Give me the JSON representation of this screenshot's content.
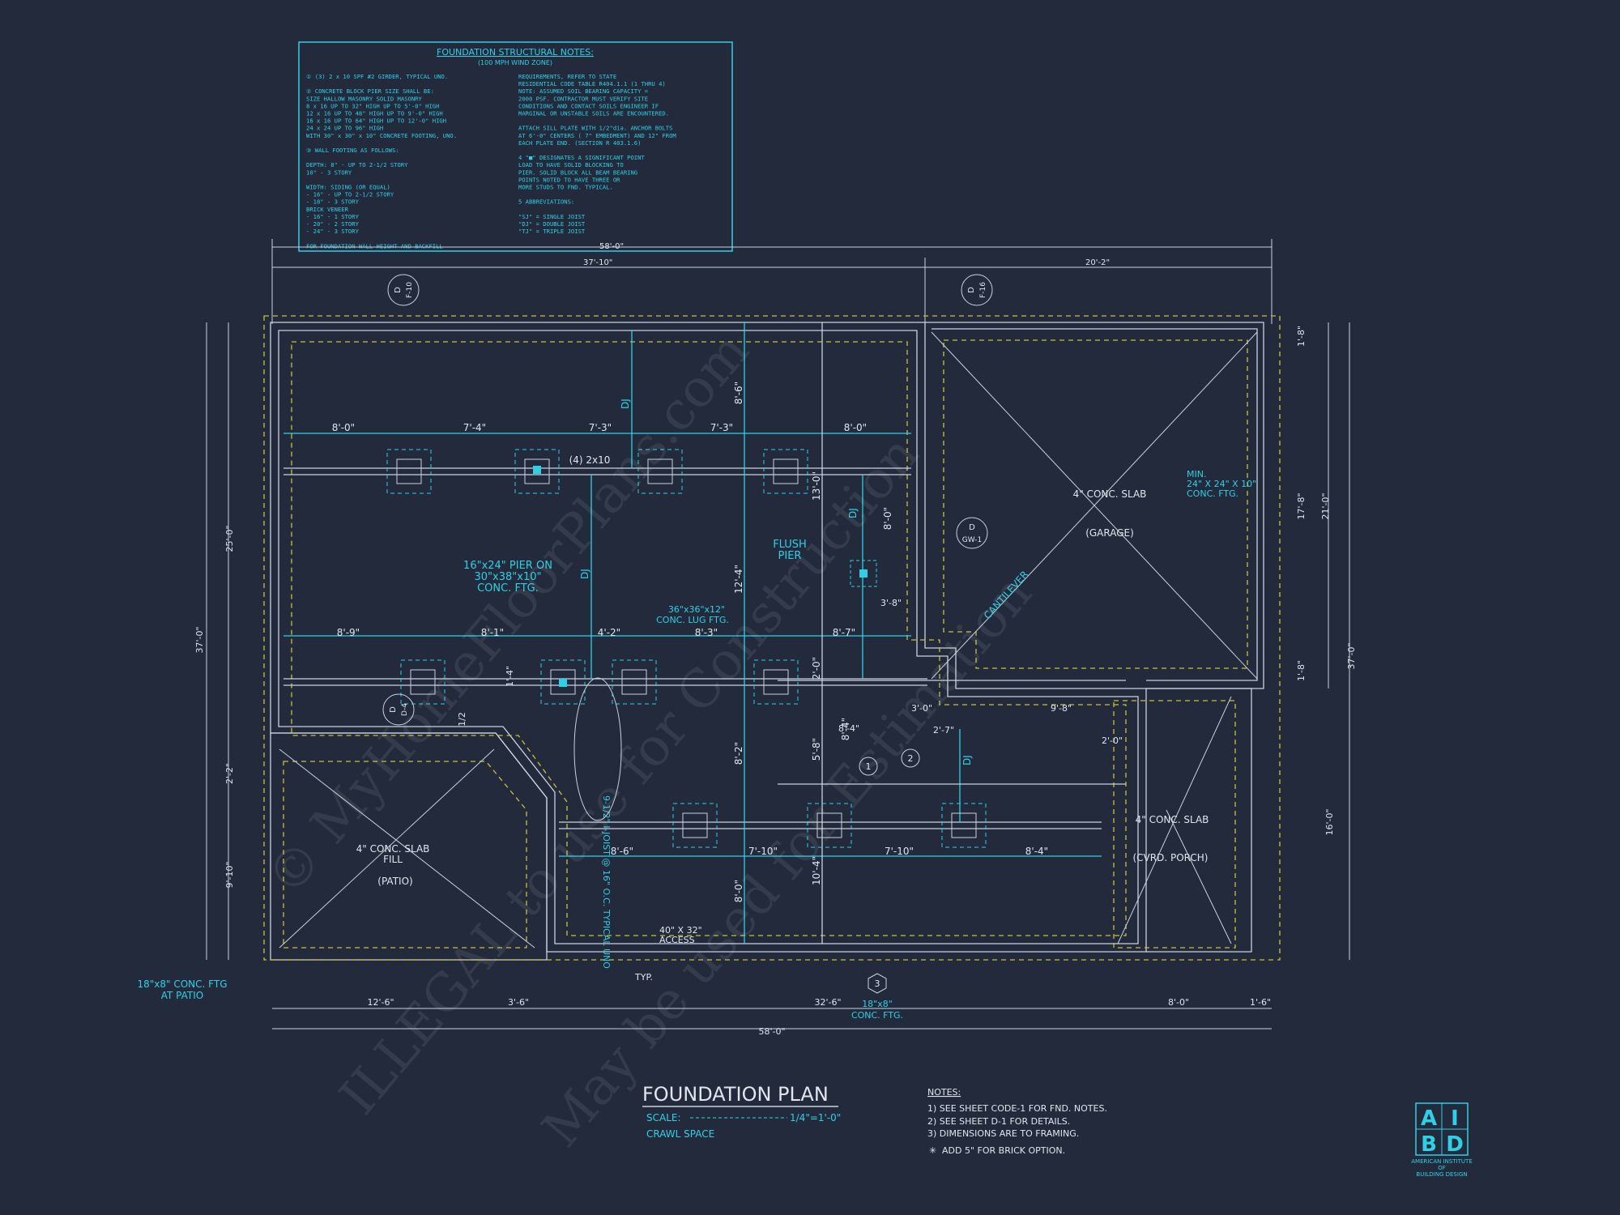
{
  "notes_box": {
    "title": "FOUNDATION STRUCTURAL NOTES:",
    "subtitle": "(100 MPH WIND ZONE)",
    "left_lines": [
      "① (3) 2 x 10 SPF #2 GIRDER, TYPICAL UNO.",
      "",
      "② CONCRETE BLOCK PIER SIZE SHALL BE:",
      "     SIZE      HALLOW MASONRY    SOLID MASONRY",
      "     8 x 16      UP TO 32\" HIGH      UP TO 5'-0\" HIGH",
      "     12 x 16     UP TO 48\" HIGH      UP TO 9'-0\" HIGH",
      "     16 x 16     UP TO 64\" HIGH      UP TO 12'-0\" HIGH",
      "     24 x 24     UP TO 96\" HIGH",
      "     WITH 30\" x 30\" x 10\" CONCRETE FOOTING, UNO.",
      "",
      "③ WALL FOOTING AS FOLLOWS:",
      "",
      "   DEPTH:  8\" - UP TO 2-1/2 STORY",
      "           10\" - 3 STORY",
      "",
      "   WIDTH:  SIDING (OR EQUAL)",
      "              - 16\" - UP TO 2-1/2 STORY",
      "              - 18\" - 3 STORY",
      "           BRICK VENEER",
      "              - 16\" - 1 STORY",
      "              - 20\" - 2 STORY",
      "              - 24\" - 3 STORY",
      "",
      "   FOR FOUNDATION WALL HEIGHT AND BACKFILL"
    ],
    "right_lines": [
      "REQUIREMENTS, REFER TO STATE",
      "RESIDENTIAL CODE TABLE R404.1.1 (1 THRU 4)",
      "NOTE: ASSUMED SOIL BEARING CAPACITY =",
      "2000 PSF. CONTRACTOR MUST VERIFY SITE",
      "CONDITIONS AND CONTACT SOILS ENGINEER IF",
      "MARGINAL OR UNSTABLE SOILS ARE ENCOUNTERED.",
      "",
      "ATTACH SILL PLATE WITH 1/2\"dia. ANCHOR BOLTS",
      "AT 6'-0\" CENTERS ( 7\" EMBEDMENT) AND 12\" FROM",
      "EACH PLATE END. (SECTION R 403.1.6)",
      "",
      "4  \"■\" DESIGNATES A SIGNIFICANT POINT",
      "   LOAD TO HAVE SOLID BLOCKING TO",
      "   PIER. SOLID BLOCK ALL BEAM BEARING",
      "   POINTS NOTED TO HAVE THREE OR",
      "   MORE STUDS TO FND. TYPICAL.",
      "",
      "5  ABBREVIATIONS:",
      "",
      "   \"SJ\" = SINGLE JOIST",
      "   \"DJ\" = DOUBLE JOIST",
      "   \"TJ\" = TRIPLE JOIST"
    ]
  },
  "dims": {
    "top_overall": "58'-0\"",
    "top_left": "37'-10\"",
    "top_right": "20'-2\"",
    "bottom_overall": "58'-0\"",
    "bottom_segments": [
      "12'-6\"",
      "3'-6\"",
      "32'-6\"",
      "8'-0\"",
      "1'-6\""
    ],
    "left_overall": "37'-0\"",
    "left_segments": [
      "25'-0\"",
      "2'-2\"",
      "9'-10\""
    ],
    "right_overall_top": "21'-0\"",
    "right_overall_bottom": "37'-0\"",
    "right_segments": [
      "1'-8\"",
      "17'-8\"",
      "1'-8\"",
      "16'-0\""
    ],
    "row1": [
      "8'-0\"",
      "7'-4\"",
      "7'-3\"",
      "7'-3\"",
      "8'-0\""
    ],
    "row2": [
      "8'-9\"",
      "8'-1\"",
      "4'-2\"",
      "8'-3\"",
      "8'-7\""
    ],
    "row3": [
      "8'-6\"",
      "7'-10\"",
      "7'-10\"",
      "8'-4\""
    ],
    "vertical": [
      "8'-6\"",
      "13'-0\"",
      "8'-0\"",
      "12'-4\"",
      "2'-0\"",
      "8'-2\"",
      "8'-0\"",
      "10'-4\"",
      "5'-8\"",
      "8'-4\""
    ],
    "misc": [
      "3'-8\"",
      "3'-0\"",
      "9'-8\"",
      "2'-7\"",
      "2'-0\"",
      "8'-4\"",
      "1'-4\"",
      "1/2"
    ]
  },
  "labels": {
    "garage_slab": "4\" CONC. SLAB",
    "garage": "(GARAGE)",
    "garage_ftg": [
      "MIN.",
      "24\" X 24\" X 10\"",
      "CONC. FTG."
    ],
    "patio_slab": [
      "4\" CONC. SLAB",
      "FILL"
    ],
    "patio": "(PATIO)",
    "porch_slab": "4\" CONC. SLAB",
    "porch": "(CVRD. PORCH)",
    "pier_note": [
      "16\"x24\" PIER ON",
      "30\"x38\"x10\"",
      "CONC. FTG."
    ],
    "lug_note": [
      "36\"x36\"x12\"",
      "CONC. LUG FTG."
    ],
    "flush_pier": [
      "FLUSH",
      "PIER"
    ],
    "girder": "(4) 2x10",
    "cantilever": "CANTILEVER",
    "access": [
      "40\" X 32\"",
      "ACCESS"
    ],
    "typ": "TYP.",
    "conc_ftg_bottom": [
      "18\"x8\"",
      "CONC. FTG."
    ],
    "patio_ftg": [
      "18\"x8\" CONC. FTG",
      "AT PATIO"
    ],
    "joist_note": "9-1/2\" I-JOIST @ 16\" O.C. TYPICAL UNO",
    "dj": "DJ",
    "callout_1": "1",
    "callout_2": "2",
    "callout_3": "3",
    "section_tags": [
      {
        "top": "D",
        "bottom": "F-10"
      },
      {
        "top": "D",
        "bottom": "F-16"
      },
      {
        "top": "D",
        "bottom": "GW-1"
      },
      {
        "top": "D",
        "bottom": "D-4"
      }
    ]
  },
  "title_block": {
    "title": "FOUNDATION PLAN",
    "scale_label": "SCALE:",
    "scale_value": "1/4\"=1'-0\"",
    "subtitle": "CRAWL SPACE"
  },
  "notes": {
    "heading": "NOTES:",
    "items": [
      "1)  SEE SHEET CODE-1 FOR FND. NOTES.",
      "2)  SEE SHEET D-1 FOR DETAILS.",
      "3)  DIMENSIONS ARE TO FRAMING.",
      "ADD 5\" FOR BRICK OPTION."
    ]
  },
  "logo": {
    "letters": [
      "A",
      "I",
      "B",
      "D"
    ],
    "line1": "AMERICAN INSTITUTE",
    "line2": "OF",
    "line3": "BUILDING DESIGN"
  },
  "watermark": {
    "lines": [
      "© MyHomeFloorPlans.com",
      "ILLEGAL to use for Construction",
      "May be used for Estimation"
    ]
  },
  "colors": {
    "background": "#222a3c",
    "accent": "#2fd0e6",
    "lines": "#c9d2de",
    "hidden": "#c8c23a"
  }
}
